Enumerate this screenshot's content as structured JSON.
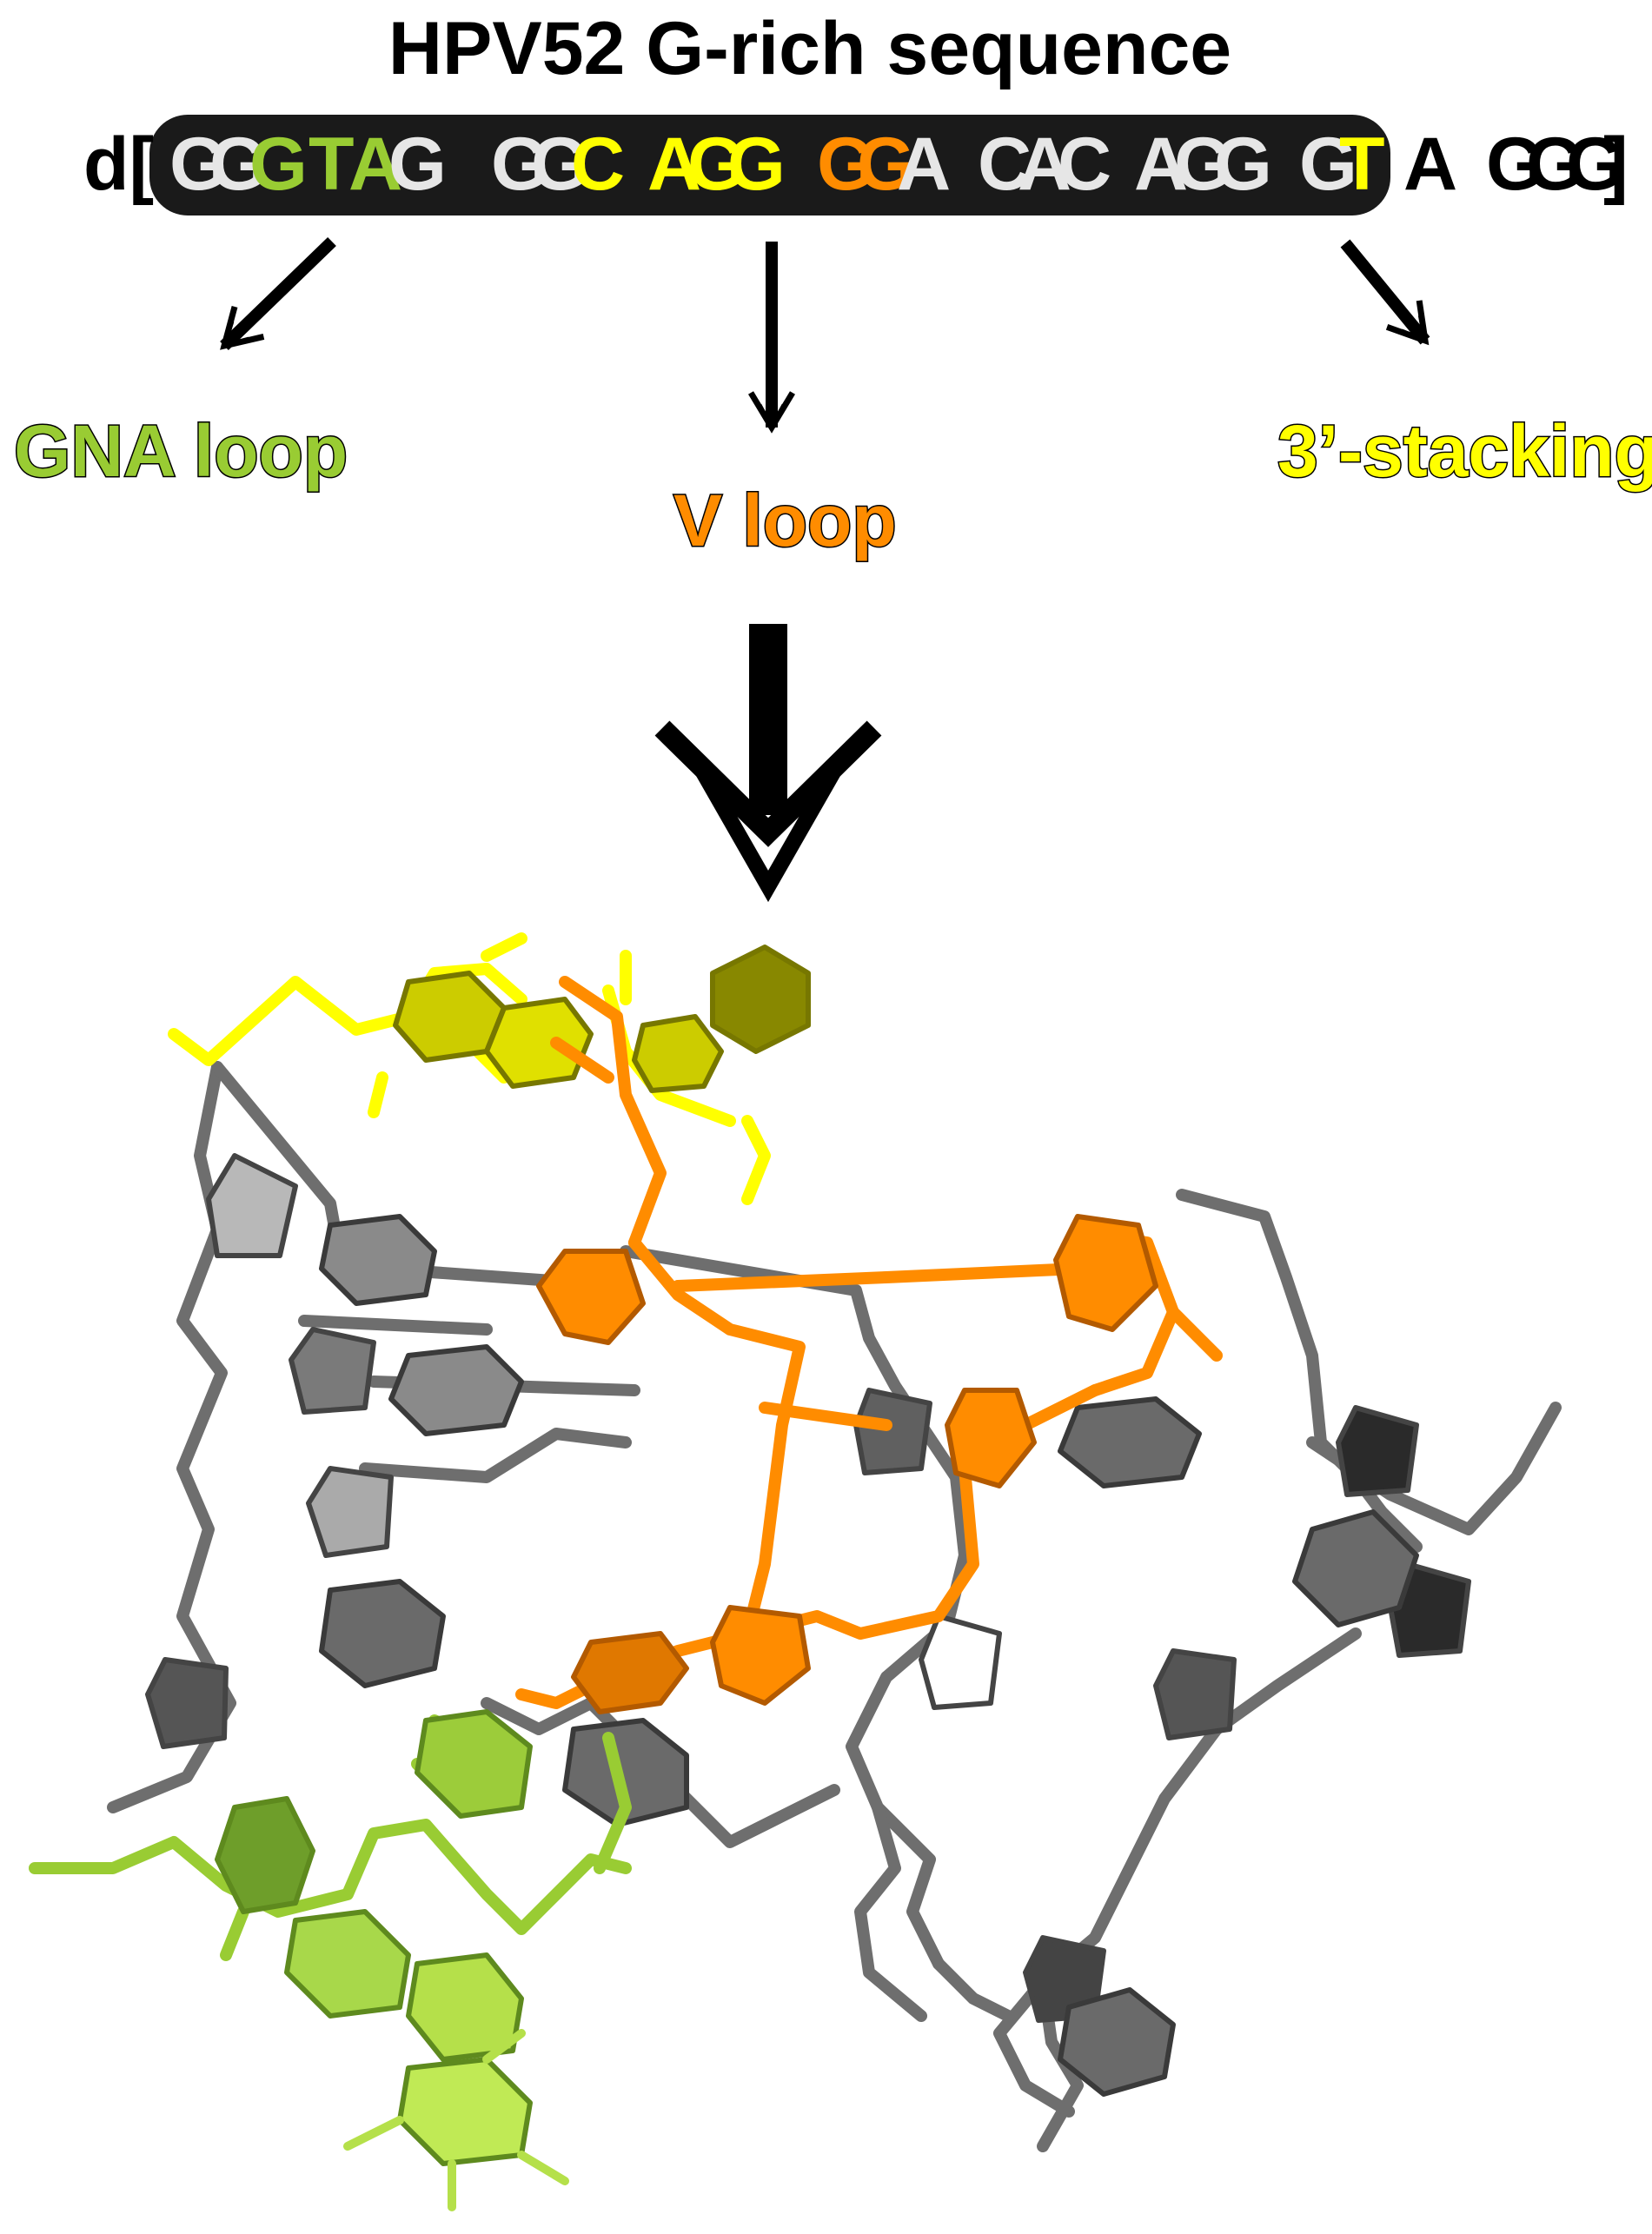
{
  "title": "HPV52 G-rich sequence",
  "colors": {
    "background": "#ffffff",
    "black": "#000000",
    "pill": "#1a1a1a",
    "grey_text": "#e6e6e6",
    "green": "#99cc33",
    "green_light": "#b5e04a",
    "yellow": "#ffff00",
    "orange": "#ff8c00",
    "structure_grey": "#6e6e6e",
    "structure_dark": "#3a3a3a"
  },
  "sequence": {
    "prefix": "d[",
    "suffix": "]",
    "groups": [
      {
        "letters": [
          "G",
          "G",
          "G"
        ],
        "colors": [
          "#e6e6e6",
          "#e6e6e6",
          "#99cc33"
        ]
      },
      {
        "letters": [
          "T",
          "A",
          "G"
        ],
        "colors": [
          "#99cc33",
          "#99cc33",
          "#e6e6e6"
        ]
      },
      {
        "letters": [
          "G",
          "G",
          "C"
        ],
        "colors": [
          "#e6e6e6",
          "#e6e6e6",
          "#ffff00"
        ]
      },
      {
        "letters": [
          "A",
          "G",
          "G"
        ],
        "colors": [
          "#ffff00",
          "#ffff00",
          "#ffff00"
        ]
      },
      {
        "letters": [
          "G",
          "G",
          "A"
        ],
        "colors": [
          "#ff8c00",
          "#ff8c00",
          "#e6e6e6"
        ]
      },
      {
        "letters": [
          "C",
          "A",
          "C"
        ],
        "colors": [
          "#e6e6e6",
          "#e6e6e6",
          "#e6e6e6"
        ]
      },
      {
        "letters": [
          "A",
          "G",
          "G"
        ],
        "colors": [
          "#e6e6e6",
          "#e6e6e6",
          "#e6e6e6"
        ]
      },
      {
        "letters": [
          "G",
          "T"
        ],
        "colors": [
          "#e6e6e6",
          "#ffff00"
        ]
      },
      {
        "letters": [
          "A"
        ],
        "colors": [
          "#000000"
        ]
      },
      {
        "letters": [
          "G",
          "G",
          "G"
        ],
        "colors": [
          "#000000",
          "#000000",
          "#000000"
        ]
      }
    ]
  },
  "labels": {
    "gna_loop": "GNA loop",
    "v_loop": "V loop",
    "stacking": "3’-stacking"
  },
  "icons": [
    "arrow-left-down-icon",
    "arrow-down-icon",
    "arrow-right-down-icon",
    "big-down-arrow-icon"
  ]
}
